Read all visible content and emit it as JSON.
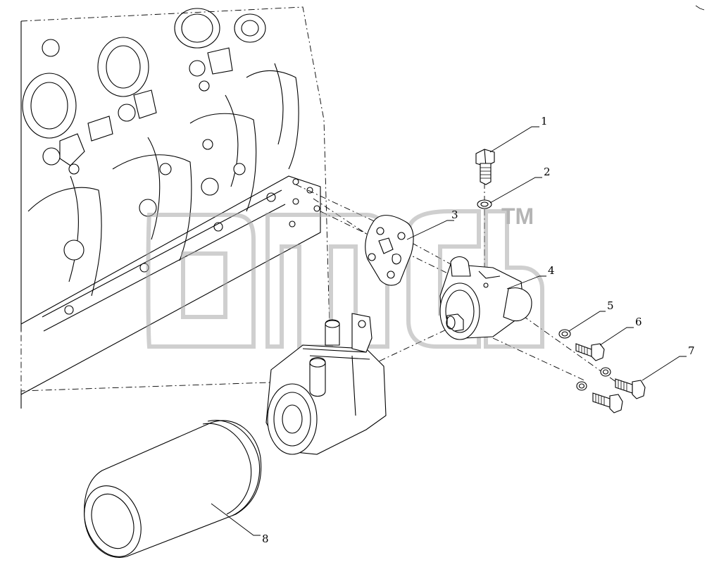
{
  "callouts": [
    {
      "id": "1",
      "label": "1"
    },
    {
      "id": "2",
      "label": "2"
    },
    {
      "id": "3",
      "label": "3"
    },
    {
      "id": "4",
      "label": "4"
    },
    {
      "id": "5",
      "label": "5"
    },
    {
      "id": "6",
      "label": "6"
    },
    {
      "id": "7",
      "label": "7"
    },
    {
      "id": "8",
      "label": "8"
    }
  ],
  "watermark": {
    "trademark": "TM"
  }
}
